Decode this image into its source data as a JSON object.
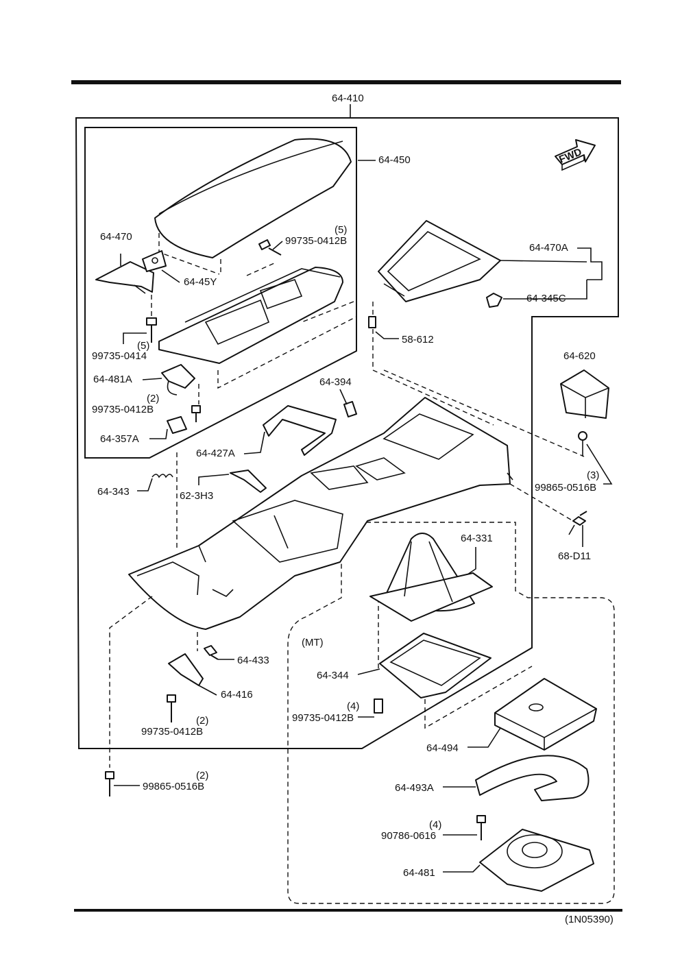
{
  "diagram": {
    "assembly_label": "64-410",
    "drawing_code": "(1N05390)",
    "fwd_label": "FWD",
    "mt_label": "(MT)",
    "parts": [
      {
        "id": "p_64_450",
        "number": "64-450",
        "qty": ""
      },
      {
        "id": "p_64_470",
        "number": "64-470",
        "qty": ""
      },
      {
        "id": "p_64_45y",
        "number": "64-45Y",
        "qty": ""
      },
      {
        "id": "p_99735_0412b_a",
        "number": "99735-0412B",
        "qty": "(5)"
      },
      {
        "id": "p_99735_0414",
        "number": "99735-0414",
        "qty": "(5)"
      },
      {
        "id": "p_64_481a",
        "number": "64-481A",
        "qty": ""
      },
      {
        "id": "p_99735_0412b_b",
        "number": "99735-0412B",
        "qty": "(2)"
      },
      {
        "id": "p_64_357a",
        "number": "64-357A",
        "qty": ""
      },
      {
        "id": "p_64_470a",
        "number": "64-470A",
        "qty": ""
      },
      {
        "id": "p_64_345c",
        "number": "64-345C",
        "qty": ""
      },
      {
        "id": "p_58_612",
        "number": "58-612",
        "qty": ""
      },
      {
        "id": "p_64_620",
        "number": "64-620",
        "qty": ""
      },
      {
        "id": "p_64_394",
        "number": "64-394",
        "qty": ""
      },
      {
        "id": "p_64_427a",
        "number": "64-427A",
        "qty": ""
      },
      {
        "id": "p_64_343",
        "number": "64-343",
        "qty": ""
      },
      {
        "id": "p_62_3h3",
        "number": "62-3H3",
        "qty": ""
      },
      {
        "id": "p_99865_0516b_a",
        "number": "99865-0516B",
        "qty": "(3)"
      },
      {
        "id": "p_68_d11",
        "number": "68-D11",
        "qty": ""
      },
      {
        "id": "p_64_331",
        "number": "64-331",
        "qty": ""
      },
      {
        "id": "p_64_433",
        "number": "64-433",
        "qty": ""
      },
      {
        "id": "p_64_344",
        "number": "64-344",
        "qty": ""
      },
      {
        "id": "p_64_416",
        "number": "64-416",
        "qty": ""
      },
      {
        "id": "p_99735_0412b_c",
        "number": "99735-0412B",
        "qty": "(4)"
      },
      {
        "id": "p_99735_0412b_d",
        "number": "99735-0412B",
        "qty": "(2)"
      },
      {
        "id": "p_64_494",
        "number": "64-494",
        "qty": ""
      },
      {
        "id": "p_99865_0516b_b",
        "number": "99865-0516B",
        "qty": "(2)"
      },
      {
        "id": "p_64_493a",
        "number": "64-493A",
        "qty": ""
      },
      {
        "id": "p_90786_0616",
        "number": "90786-0616",
        "qty": "(4)"
      },
      {
        "id": "p_64_481",
        "number": "64-481",
        "qty": ""
      }
    ]
  }
}
